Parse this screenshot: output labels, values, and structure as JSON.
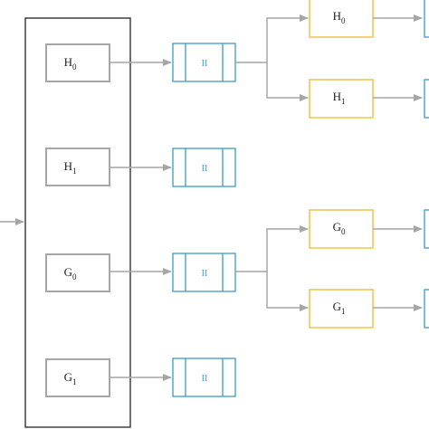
{
  "colors": {
    "frame": "#222222",
    "filter_box": "#a6a6a6",
    "down_box": "#3c9cc4",
    "stage2_box": "#f0c24a",
    "arrow": "#a6a6a6"
  },
  "bank": {
    "filters": [
      {
        "main": "H",
        "sub": "0"
      },
      {
        "main": "H",
        "sub": "1"
      },
      {
        "main": "G",
        "sub": "0"
      },
      {
        "main": "G",
        "sub": "1"
      }
    ]
  },
  "downsamplers": [
    {
      "label": "II"
    },
    {
      "label": "II"
    },
    {
      "label": "II"
    },
    {
      "label": "II"
    }
  ],
  "stage2": {
    "filters": [
      {
        "main": "H",
        "sub": "0"
      },
      {
        "main": "H",
        "sub": "1"
      },
      {
        "main": "G",
        "sub": "0"
      },
      {
        "main": "G",
        "sub": "1"
      }
    ]
  }
}
